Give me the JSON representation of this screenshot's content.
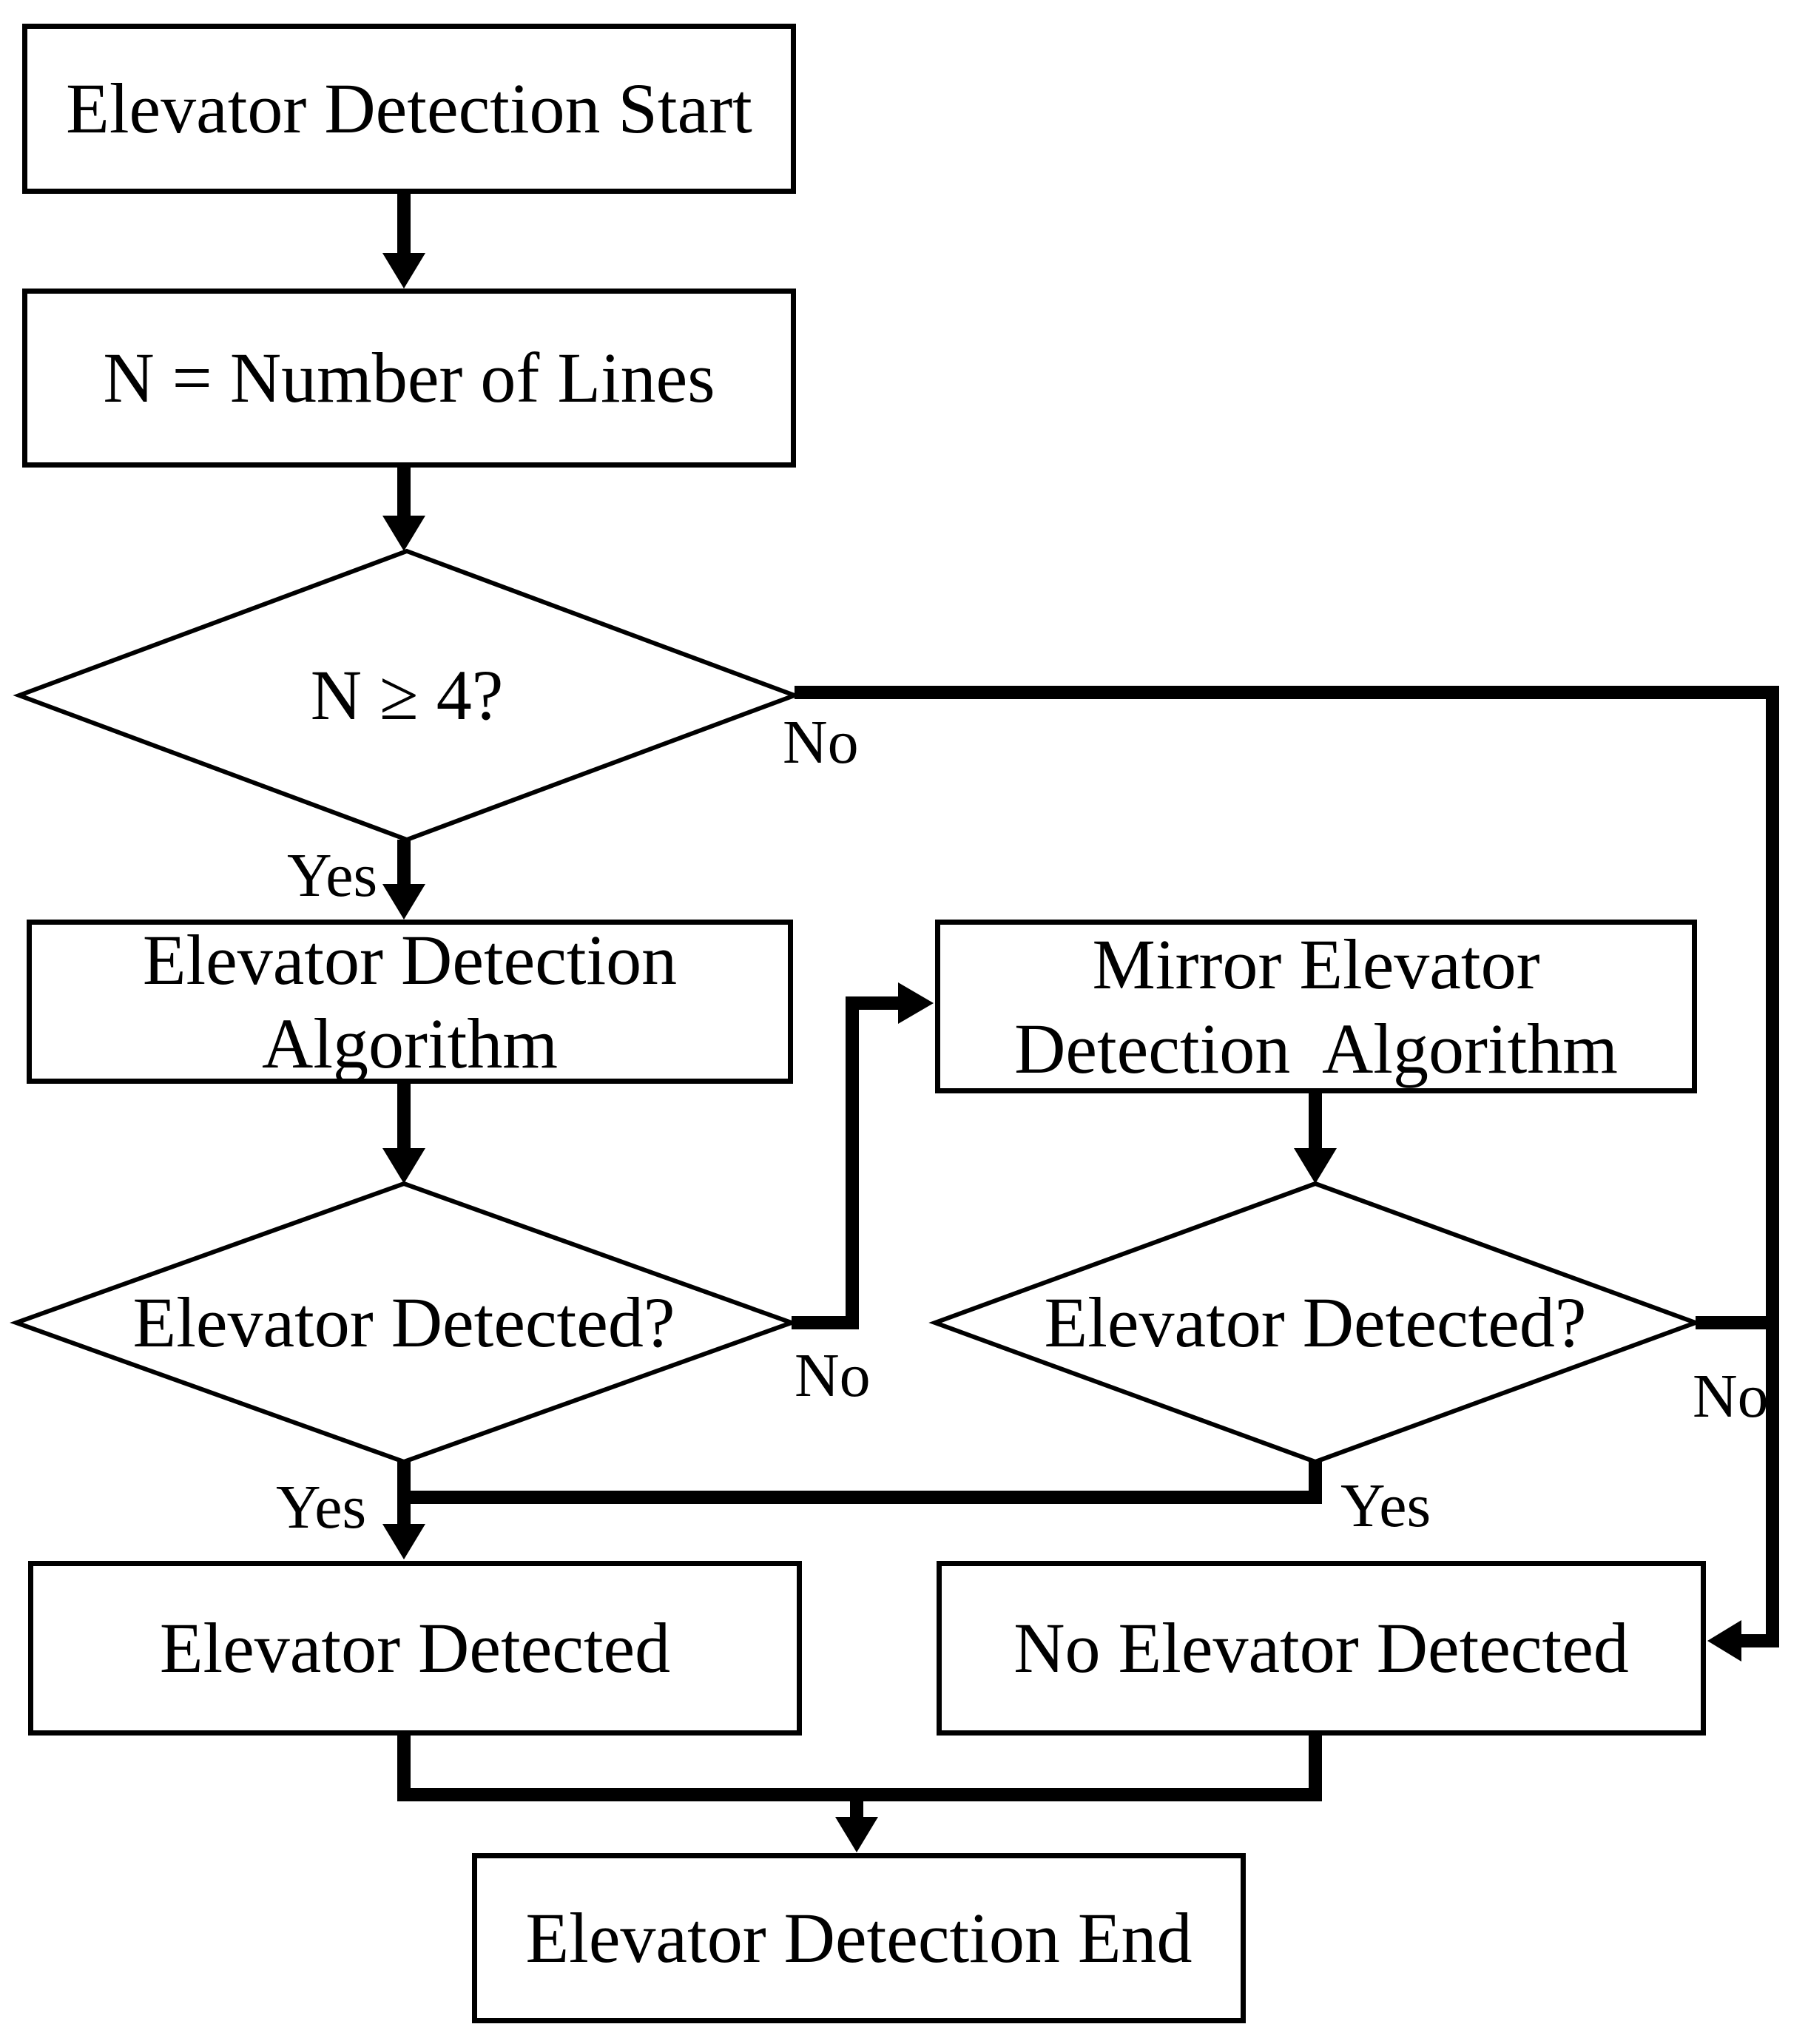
{
  "figure": {
    "type": "flowchart",
    "background_color": "#ffffff",
    "line_color": "#000000",
    "text_color": "#000000"
  },
  "nodes": {
    "start": {
      "shape": "rect",
      "label": "Elevator Detection Start"
    },
    "count_lines": {
      "shape": "rect",
      "label": "N = Number of Lines"
    },
    "check_n": {
      "shape": "diamond",
      "label": "N ≥ 4?"
    },
    "algorithm": {
      "shape": "rect",
      "line1": "Elevator Detection",
      "line2": "Algorithm"
    },
    "mirror_algorithm": {
      "shape": "rect",
      "line1": "Mirror Elevator",
      "line2": "Detection  Algorithm"
    },
    "check_detected": {
      "shape": "diamond",
      "label": "Elevator Detected?"
    },
    "check_detected_mirror": {
      "shape": "diamond",
      "label": "Elevator Detected?"
    },
    "detected": {
      "shape": "rect",
      "label": "Elevator Detected"
    },
    "not_detected": {
      "shape": "rect",
      "label": "No Elevator Detected"
    },
    "end": {
      "shape": "rect",
      "label": "Elevator Detection End"
    }
  },
  "edge_labels": {
    "check_n_yes": "Yes",
    "check_n_no": "No",
    "check_detected_yes": "Yes",
    "check_detected_no": "No",
    "check_detected_mirror_yes": "Yes",
    "check_detected_mirror_no": "No"
  }
}
